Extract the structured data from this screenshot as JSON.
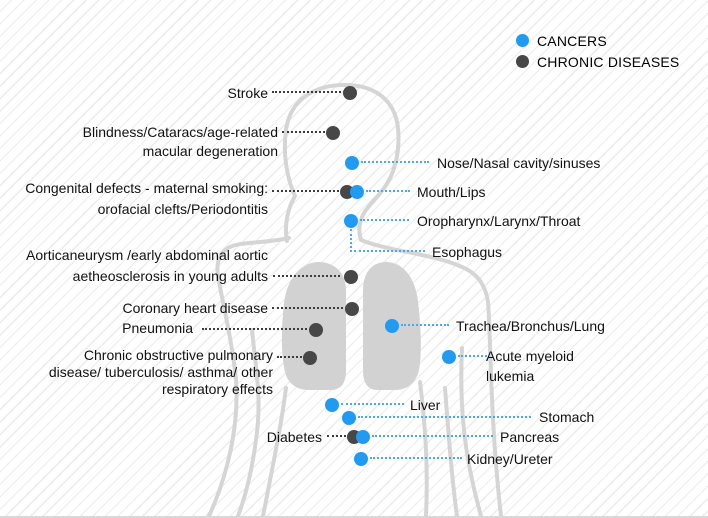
{
  "legend": {
    "items": [
      {
        "label": "CANCERS",
        "type": "cancer",
        "color": "#219af2"
      },
      {
        "label": "CHRONIC DISEASES",
        "type": "chronic",
        "color": "#474747"
      }
    ]
  },
  "colors": {
    "cancer_blue": "#219af2",
    "chronic_gray": "#474747",
    "body_outline": "#d5d5d5",
    "lung_fill": "#d2d2d2",
    "background_stripe": "#ececec"
  },
  "labels": {
    "stroke": {
      "text": "Stroke",
      "type": "chronic"
    },
    "blindness": {
      "line1": "Blindness/Cataracs/age-related",
      "line2": "macular degeneration",
      "type": "chronic"
    },
    "congenital": {
      "line1": "Congenital defects - maternal smoking:",
      "line2": "orofacial clefts/Periodontitis",
      "type": "chronic"
    },
    "aortic": {
      "line1": "Aorticaneurysm /early abdominal aortic",
      "line2": "aetheosclerosis in young adults",
      "type": "chronic"
    },
    "coronary": {
      "text": "Coronary heart disease",
      "type": "chronic"
    },
    "pneumonia": {
      "text": "Pneumonia",
      "type": "chronic"
    },
    "copd": {
      "line1": "Chronic obstructive pulmonary",
      "line2": "disease/ tuberculosis/ asthma/ other",
      "line3": "respiratory effects",
      "type": "chronic"
    },
    "diabetes": {
      "text": "Diabetes",
      "type": "chronic"
    },
    "nose": {
      "text": "Nose/Nasal cavity/sinuses",
      "type": "cancer"
    },
    "mouth": {
      "text": "Mouth/Lips",
      "type": "cancer"
    },
    "oropharynx": {
      "text": "Oropharynx/Larynx/Throat",
      "type": "cancer"
    },
    "esophagus": {
      "text": "Esophagus",
      "type": "cancer"
    },
    "trachea": {
      "text": "Trachea/Bronchus/Lung",
      "type": "cancer"
    },
    "aml": {
      "line1": "Acute myeloid",
      "line2": "lukemia",
      "type": "cancer"
    },
    "liver": {
      "text": "Liver",
      "type": "cancer"
    },
    "stomach": {
      "text": "Stomach",
      "type": "cancer"
    },
    "pancreas": {
      "text": "Pancreas",
      "type": "cancer"
    },
    "kidney": {
      "text": "Kidney/Ureter",
      "type": "cancer"
    }
  }
}
